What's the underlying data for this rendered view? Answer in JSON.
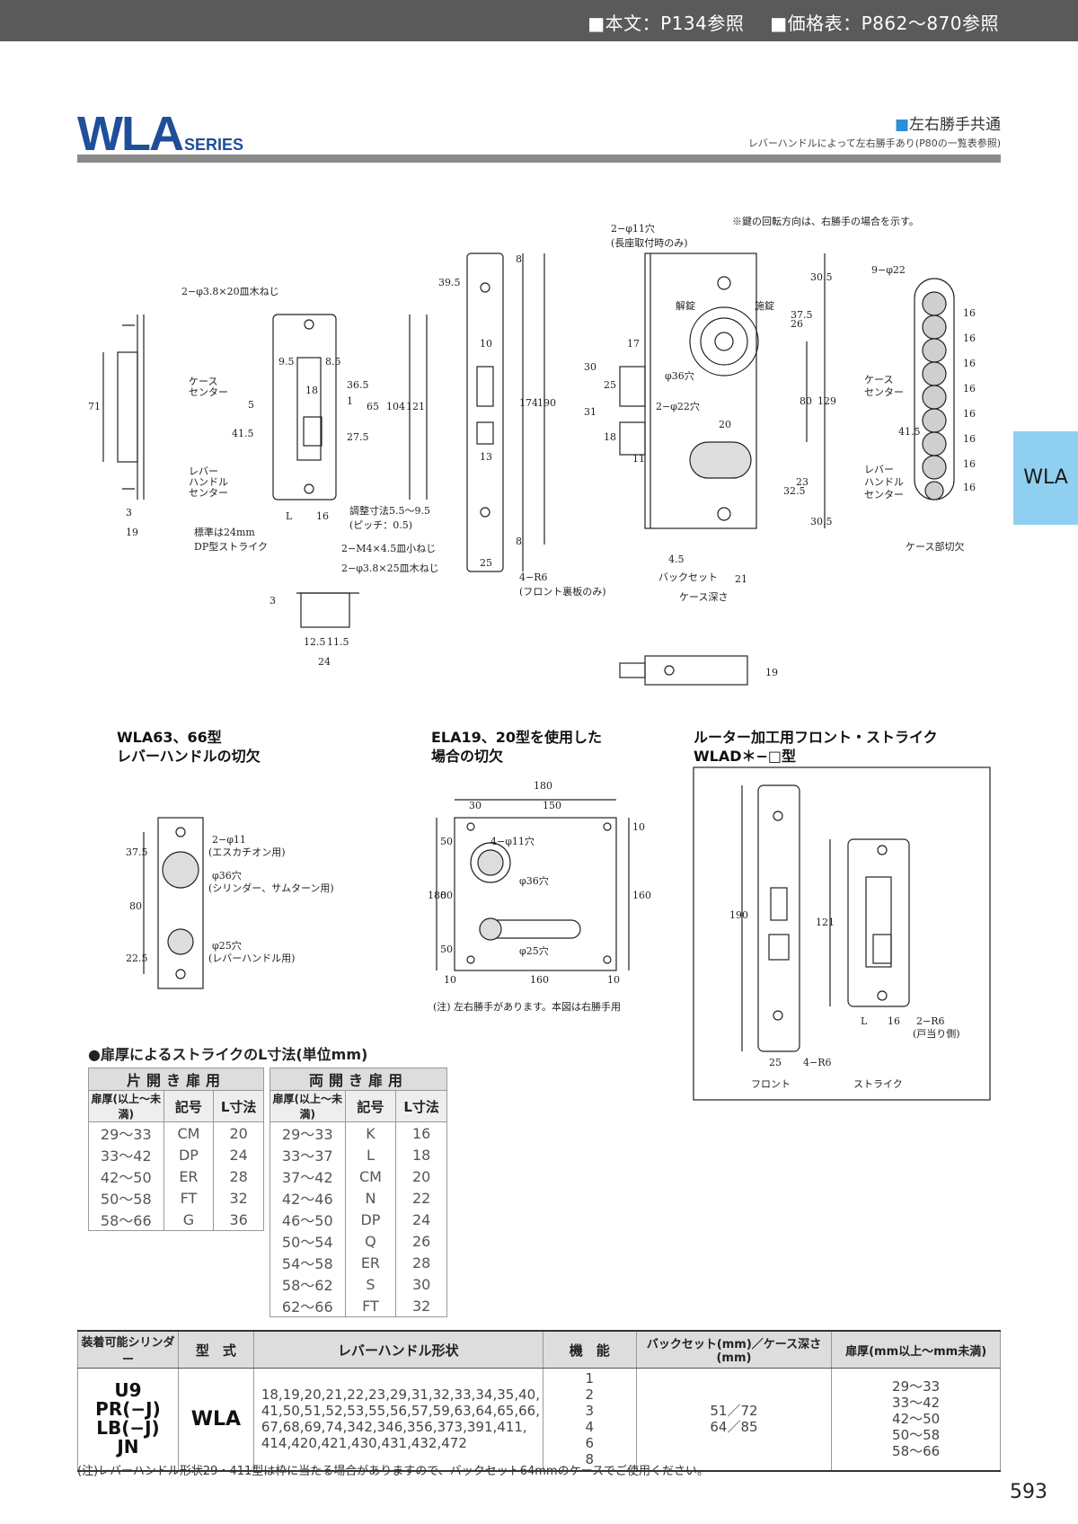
{
  "header": {
    "ref_text": "■本文：P134参照",
    "ref_price": "■価格表：P862～870参照"
  },
  "title": {
    "series_main": "WLA",
    "series_sub": "SERIES",
    "handed": "左右勝手共通",
    "handed_note": "レバーハンドルによって左右勝手あり(P80の一覧表参照)"
  },
  "side_tab": "WLA",
  "drawing_labels": {
    "rotation_note": "※鍵の回転方向は、右勝手の場合を示す。",
    "screw_38x20": "2−φ3.8×20皿木ねじ",
    "case_center": "ケース",
    "case_center2": "センター",
    "lever_center": "レバー",
    "lever_center2": "ハンドル",
    "lever_center3": "センター",
    "standard_24": "標準は24mm",
    "dp_strike": "DP型ストライク",
    "adjust": "調整寸法5.5～9.5",
    "pitch": "(ピッチ：0.5)",
    "m4": "2−M4×4.5皿小ねじ",
    "screw_38x25": "2−φ3.8×25皿木ねじ",
    "r6": "4−R6",
    "r6_note": "(フロント裏板のみ)",
    "hole11": "2−φ11穴",
    "hole11_note": "(長座取付時のみ)",
    "unlock": "解錠",
    "lock": "施錠",
    "hole36": "φ36穴",
    "hole22": "2−φ22穴",
    "backset": "バックセット",
    "case_depth": "ケース深さ",
    "nine22": "9−φ22",
    "case_cut": "ケース部切欠",
    "d3": "3",
    "d19": "19",
    "d71": "71",
    "dL": "L",
    "d16": "16",
    "d95": "9.5",
    "d85": "8.5",
    "d18": "18",
    "d365": "36.5",
    "d5": "5",
    "d1": "1",
    "d65": "65",
    "d104": "104",
    "d121": "121",
    "d415": "41.5",
    "d275": "27.5",
    "d395": "39.5",
    "d8": "8",
    "d10": "10",
    "d174": "174",
    "d190": "190",
    "d13": "13",
    "d25": "25",
    "d305": "30.5",
    "d375": "37.5",
    "d26": "26",
    "d17": "17",
    "d30": "30",
    "d31": "31",
    "d20": "20",
    "d80": "80",
    "d129": "129",
    "d11": "11",
    "d325": "32.5",
    "d23": "23",
    "d45": "4.5",
    "d21": "21",
    "d125": "12.5",
    "d115": "11.5",
    "d24": "24"
  },
  "cutout_labels": {
    "caption1": "WLA63、66型",
    "caption1b": "レバーハンドルの切欠",
    "c1_h11": "2−φ11",
    "c1_h11n": "(エスカチオン用)",
    "c1_h36": "φ36穴",
    "c1_h36n": "(シリンダー、サムターン用)",
    "c1_h25": "φ25穴",
    "c1_h25n": "(レバーハンドル用)",
    "c1_d375": "37.5",
    "c1_d80": "80",
    "c1_d225": "22.5",
    "caption2": "ELA19、20型を使用した",
    "caption2b": "場合の切欠",
    "c2_h11": "4−φ11穴",
    "c2_h36": "φ36穴",
    "c2_h25": "φ25穴",
    "c2_note": "(注) 左右勝手があります。本図は右勝手用",
    "c2_d180": "180",
    "c2_d30": "30",
    "c2_d150": "150",
    "c2_d10": "10",
    "c2_d50": "50",
    "c2_d80": "80",
    "c2_d160": "160",
    "caption3": "ルーター加工用フロント・ストライク",
    "caption3b": "WLAD＊−□型",
    "c3_front": "フロント",
    "c3_strike": "ストライク",
    "c3_r6": "4−R6",
    "c3_r6b": "2−R6",
    "c3_r6bn": "(戸当り側)",
    "c3_d190": "190",
    "c3_d121": "121",
    "c3_d25": "25",
    "c3_dL": "L",
    "c3_d16": "16"
  },
  "strike_tables": {
    "title": "●扉厚によるストライクのL寸法(単位mm)",
    "single": {
      "title": "片開き扉用",
      "headers": [
        "扉厚(以上〜未満)",
        "記号",
        "L寸法"
      ],
      "rows": [
        [
          "29〜33",
          "CM",
          "20"
        ],
        [
          "33〜42",
          "DP",
          "24"
        ],
        [
          "42〜50",
          "ER",
          "28"
        ],
        [
          "50〜58",
          "FT",
          "32"
        ],
        [
          "58〜66",
          "G",
          "36"
        ]
      ]
    },
    "double": {
      "title": "両開き扉用",
      "headers": [
        "扉厚(以上〜未満)",
        "記号",
        "L寸法"
      ],
      "rows": [
        [
          "29〜33",
          "K",
          "16"
        ],
        [
          "33〜37",
          "L",
          "18"
        ],
        [
          "37〜42",
          "CM",
          "20"
        ],
        [
          "42〜46",
          "N",
          "22"
        ],
        [
          "46〜50",
          "DP",
          "24"
        ],
        [
          "50〜54",
          "Q",
          "26"
        ],
        [
          "54〜58",
          "ER",
          "28"
        ],
        [
          "58〜62",
          "S",
          "30"
        ],
        [
          "62〜66",
          "FT",
          "32"
        ]
      ]
    }
  },
  "spec_table": {
    "headers": [
      "装着可能シリンダー",
      "型　式",
      "レバーハンドル形状",
      "機　能",
      "バックセット(mm)／ケース深さ(mm)",
      "扉厚(mm以上〜mm未満)"
    ],
    "cylinders": [
      "U9",
      "PR(−J)",
      "LB(−J)",
      "JN"
    ],
    "model": "WLA",
    "lever_shapes": [
      "18,19,20,21,22,23,29,31,32,33,34,35,40,",
      "41,50,51,52,53,55,56,57,59,63,64,65,66,",
      "67,68,69,74,342,346,356,373,391,411,",
      "414,420,421,430,431,432,472"
    ],
    "functions": [
      "1",
      "2",
      "3",
      "4",
      "6",
      "8"
    ],
    "backsets": [
      "51／72",
      "64／85"
    ],
    "thickness": [
      "29〜33",
      "33〜42",
      "42〜50",
      "50〜58",
      "58〜66"
    ]
  },
  "footnote": "(注)レバーハンドル形状29・411型は枠に当たる場合がありますので、バックセット64mmのケースでご使用ください。",
  "page_number": "593"
}
